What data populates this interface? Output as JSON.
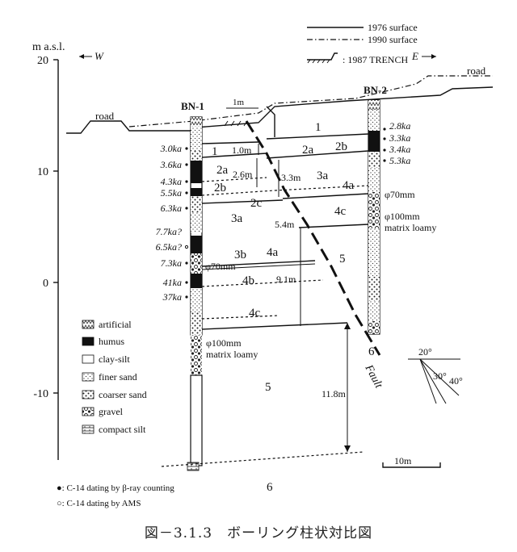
{
  "axis": {
    "unit_label": "m a.s.l.",
    "ticks": [
      "20",
      "10",
      "0",
      "-10"
    ],
    "west": "W",
    "east": "E"
  },
  "legend_top": {
    "surface_1976": "1976 surface",
    "surface_1990": "1990 surface",
    "trench": ": 1987 TRENCH"
  },
  "boreholes": {
    "left": "BN-1",
    "right": "BN-2"
  },
  "road_labels": [
    "road",
    "road"
  ],
  "ages_left": [
    "3.0ka",
    "3.6ka",
    "4.3ka",
    "5.5ka",
    "6.3ka",
    "7.7ka?",
    "6.5ka?",
    "7.3ka",
    "41ka",
    "37ka"
  ],
  "ages_right": [
    "2.8ka",
    "3.3ka",
    "3.4ka",
    "5.3ka"
  ],
  "units": {
    "u1_top": "1",
    "u1_left": "1",
    "u2a_left": "2a",
    "u2a_right": "2a",
    "u2b_left": "2b",
    "u2b_right": "2b",
    "u2c": "2c",
    "u3a_left": "3a",
    "u3a_right": "3a",
    "u3b": "3b",
    "u4a_right": "4a",
    "u4a_left": "4a",
    "u4b": "4b",
    "u4c_right": "4c",
    "u4c_left": "4c",
    "u5_right": "5",
    "u5_bottom": "5",
    "u6_right": "6",
    "u6_bottom": "6"
  },
  "measurements": {
    "m1": "1m",
    "m10": "1.0m",
    "m26": "2.6m",
    "m33": "3.3m",
    "m54": "5.4m",
    "m91": "9.1m",
    "m118": "11.8m"
  },
  "gravel_notes": {
    "right_phi": "φ100mm",
    "right_matrix": "matrix loamy",
    "right_phi70": "φ70mm",
    "left_phi70": "φ70mm",
    "left_phi": "φ100mm",
    "left_matrix": "matrix loamy"
  },
  "fault_label": "Fault",
  "dip_angles": [
    "20°",
    "30°",
    "40°"
  ],
  "scale_bar": "10m",
  "lithology_legend": [
    {
      "label": "artificial",
      "pattern": "artificial"
    },
    {
      "label": "humus",
      "pattern": "black"
    },
    {
      "label": "clay-silt",
      "pattern": "white"
    },
    {
      "label": "finer sand",
      "pattern": "fine"
    },
    {
      "label": "coarser sand",
      "pattern": "coarse"
    },
    {
      "label": "gravel",
      "pattern": "gravel"
    },
    {
      "label": "compact silt",
      "pattern": "silt"
    }
  ],
  "dating_notes": [
    "●: C-14 dating by β-ray counting",
    "○: C-14 dating by AMS"
  ],
  "caption": "図－3.1.3　ボーリング柱状対比図"
}
